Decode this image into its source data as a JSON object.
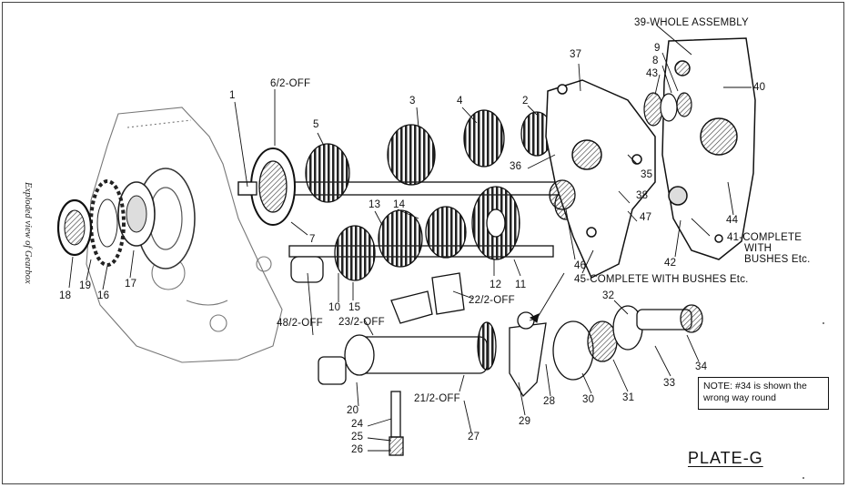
{
  "caption": "Exploded view of Gearbox",
  "plate_title": "PLATE-G",
  "note": {
    "line1": "NOTE: #34 is shown the",
    "line2": "wrong way round"
  },
  "labels": [
    {
      "id": "p1",
      "text": "1"
    },
    {
      "id": "p2",
      "text": "2"
    },
    {
      "id": "p3",
      "text": "3"
    },
    {
      "id": "p4",
      "text": "4"
    },
    {
      "id": "p5",
      "text": "5"
    },
    {
      "id": "p6",
      "text": "6/2-OFF"
    },
    {
      "id": "p7",
      "text": "7"
    },
    {
      "id": "p8",
      "text": "8"
    },
    {
      "id": "p9",
      "text": "9"
    },
    {
      "id": "p10",
      "text": "10"
    },
    {
      "id": "p11",
      "text": "11"
    },
    {
      "id": "p12",
      "text": "12"
    },
    {
      "id": "p13",
      "text": "13"
    },
    {
      "id": "p14",
      "text": "14"
    },
    {
      "id": "p15",
      "text": "15"
    },
    {
      "id": "p16",
      "text": "16"
    },
    {
      "id": "p17",
      "text": "17"
    },
    {
      "id": "p18",
      "text": "18"
    },
    {
      "id": "p19",
      "text": "19"
    },
    {
      "id": "p20",
      "text": "20"
    },
    {
      "id": "p21",
      "text": "21/2-OFF"
    },
    {
      "id": "p22",
      "text": "22/2-OFF"
    },
    {
      "id": "p23",
      "text": "23/2-OFF"
    },
    {
      "id": "p24",
      "text": "24"
    },
    {
      "id": "p25",
      "text": "25"
    },
    {
      "id": "p26",
      "text": "26"
    },
    {
      "id": "p27",
      "text": "27"
    },
    {
      "id": "p28",
      "text": "28"
    },
    {
      "id": "p29",
      "text": "29"
    },
    {
      "id": "p30",
      "text": "30"
    },
    {
      "id": "p31",
      "text": "31"
    },
    {
      "id": "p32",
      "text": "32"
    },
    {
      "id": "p33",
      "text": "33"
    },
    {
      "id": "p34",
      "text": "34"
    },
    {
      "id": "p35",
      "text": "35"
    },
    {
      "id": "p36",
      "text": "36"
    },
    {
      "id": "p37",
      "text": "37"
    },
    {
      "id": "p38",
      "text": "38"
    },
    {
      "id": "p39",
      "text": "39-WHOLE ASSEMBLY"
    },
    {
      "id": "p40",
      "text": "40"
    },
    {
      "id": "p41a",
      "text": "41-COMPLETE"
    },
    {
      "id": "p41b",
      "text": "WITH"
    },
    {
      "id": "p41c",
      "text": "BUSHES Etc."
    },
    {
      "id": "p42",
      "text": "42"
    },
    {
      "id": "p43",
      "text": "43"
    },
    {
      "id": "p44",
      "text": "44"
    },
    {
      "id": "p45",
      "text": "45-COMPLETE WITH BUSHES Etc."
    },
    {
      "id": "p46",
      "text": "46"
    },
    {
      "id": "p47",
      "text": "47"
    },
    {
      "id": "p48",
      "text": "48/2-OFF"
    }
  ]
}
